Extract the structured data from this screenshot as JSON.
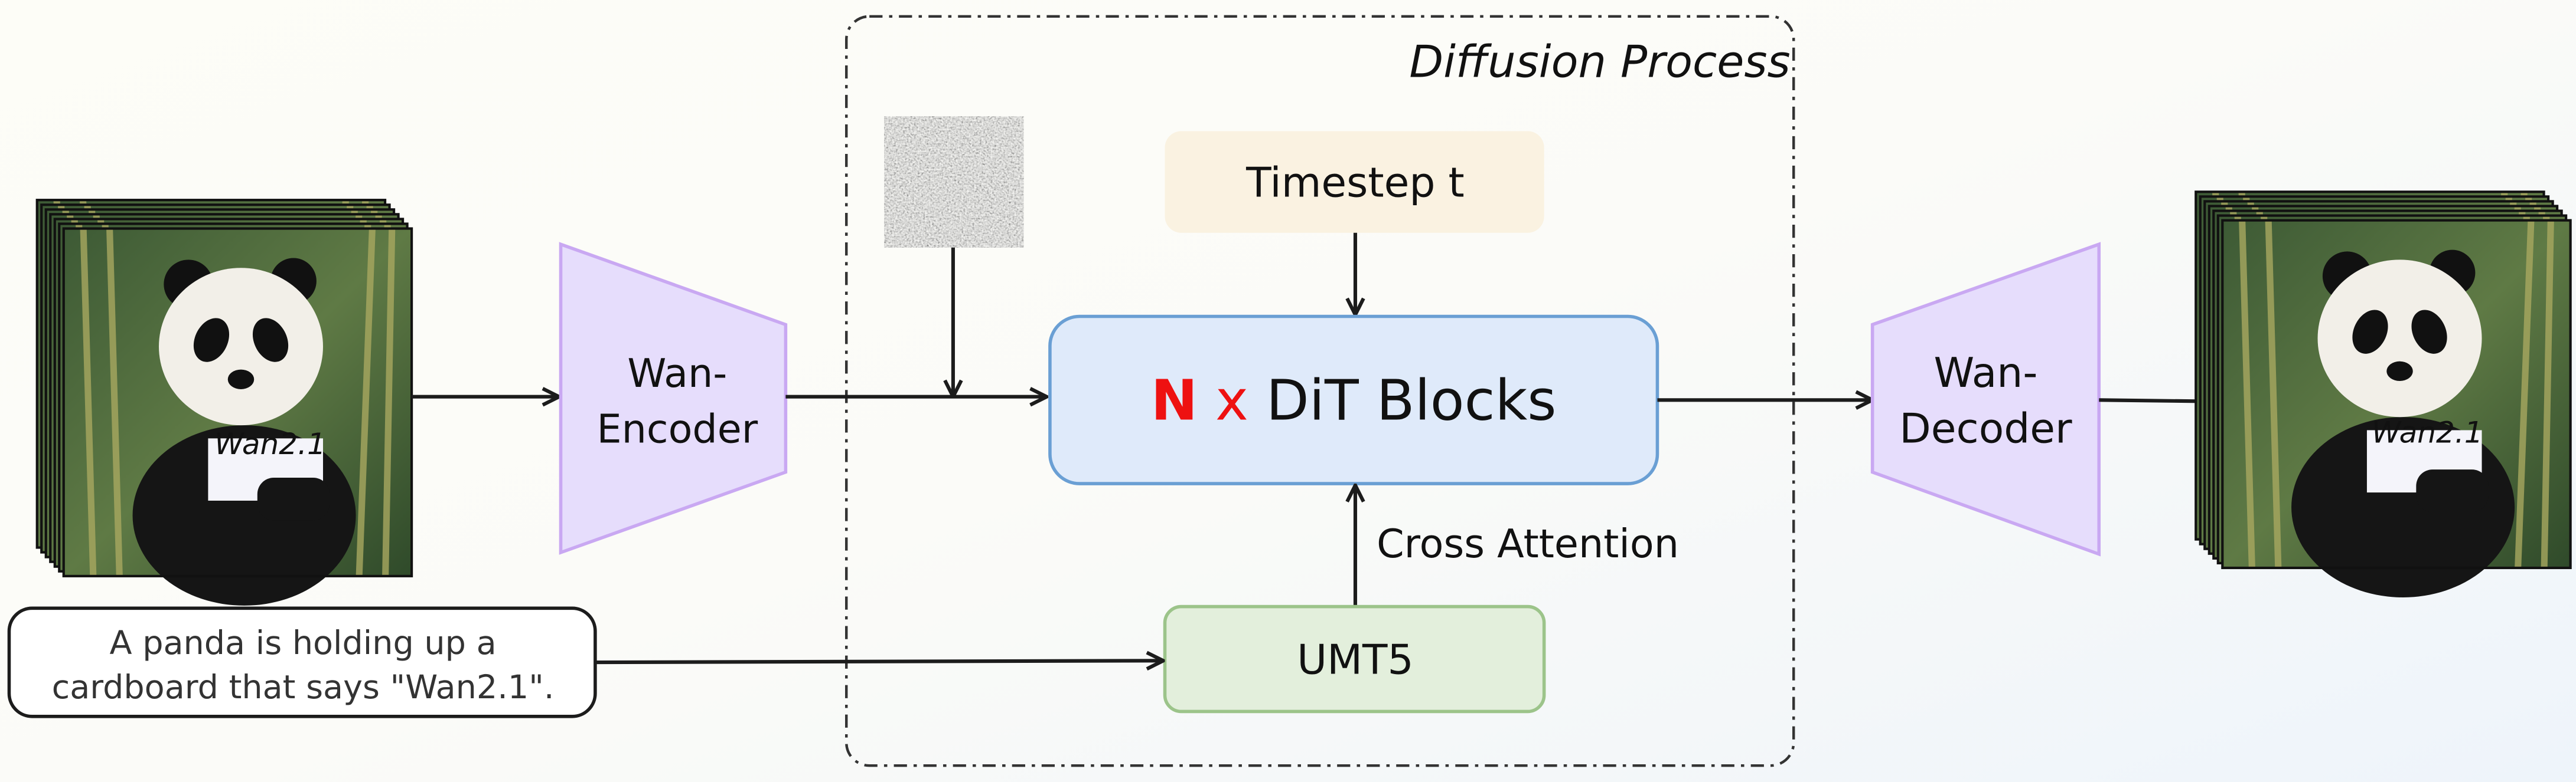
{
  "diffusion_process": {
    "title": "Diffusion Process"
  },
  "encoder": {
    "line1": "Wan-",
    "line2": "Encoder"
  },
  "decoder": {
    "line1": "Wan-",
    "line2": "Decoder"
  },
  "timestep": {
    "label": "Timestep t"
  },
  "dit": {
    "n": "N",
    "x": "x",
    "label": "DiT Blocks"
  },
  "cross_attention": {
    "label": "Cross Attention"
  },
  "umt5": {
    "label": "UMT5"
  },
  "prompt": {
    "line1": "A panda is holding up a",
    "line2": "cardboard that says \"Wan2.1\"."
  },
  "input_video": {
    "sign_text": "Wan2.1"
  },
  "output_video": {
    "sign_text": "Wan2.1"
  },
  "colors": {
    "encoder_fill": "#e6ddfc",
    "encoder_stroke": "#c9a8f2",
    "timestep_fill": "#faf2e1",
    "dit_fill": "#dfeafa",
    "dit_stroke": "#6a9fd4",
    "umt5_fill": "#e3efdc",
    "umt5_stroke": "#9cc48a",
    "accent_red": "#ee1111"
  }
}
